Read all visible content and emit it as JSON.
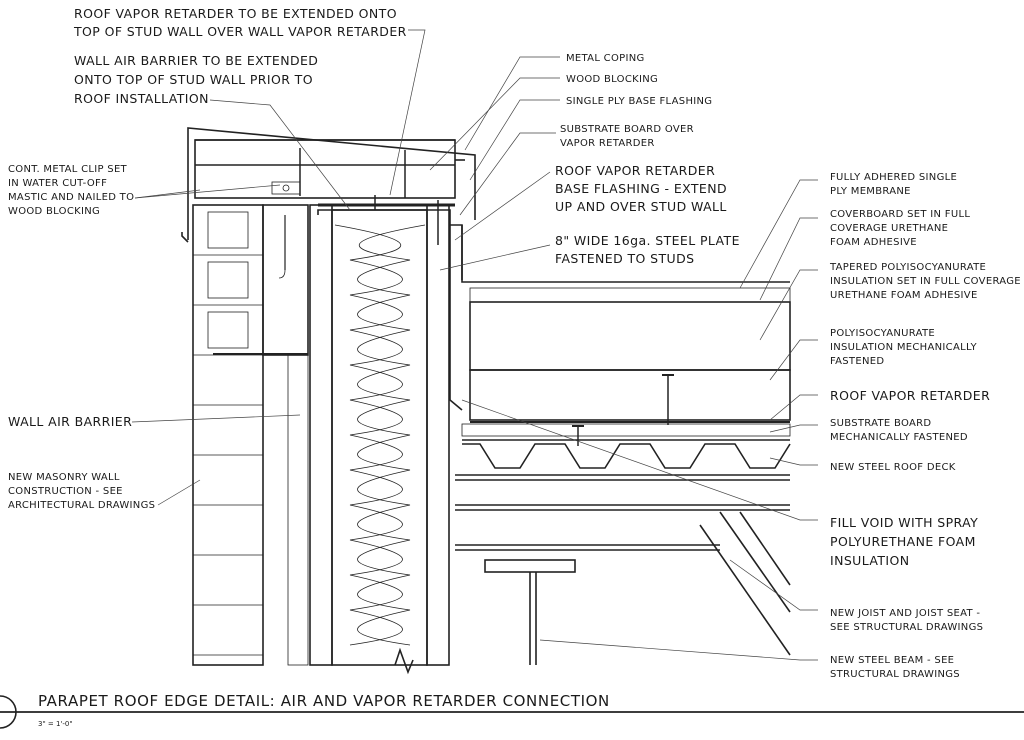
{
  "title": "PARAPET ROOF EDGE DETAIL: AIR AND VAPOR RETARDER CONNECTION",
  "scale": "3\" = 1'-0\"",
  "labels": {
    "roof_vr_extended_1": "ROOF VAPOR RETARDER TO BE EXTENDED ONTO",
    "roof_vr_extended_2": "TOP OF STUD WALL OVER WALL VAPOR RETARDER",
    "wall_ab_extended_1": "WALL AIR BARRIER TO BE EXTENDED",
    "wall_ab_extended_2": "ONTO TOP OF STUD WALL PRIOR TO",
    "wall_ab_extended_3": "ROOF INSTALLATION",
    "clip_1": "CONT. METAL CLIP SET",
    "clip_2": "IN WATER CUT-OFF",
    "clip_3": "MASTIC AND NAILED TO",
    "clip_4": "WOOD BLOCKING",
    "metal_coping": "METAL COPING",
    "wood_blocking": "WOOD BLOCKING",
    "single_ply_base_flashing": "SINGLE PLY BASE FLASHING",
    "substrate_over_vr_1": "SUBSTRATE BOARD OVER",
    "substrate_over_vr_2": "VAPOR RETARDER",
    "vr_base_flashing_1": "ROOF VAPOR RETARDER",
    "vr_base_flashing_2": "BASE FLASHING  - EXTEND",
    "vr_base_flashing_3": "UP AND OVER STUD WALL",
    "steel_plate_1": "8\" WIDE 16ga. STEEL PLATE",
    "steel_plate_2": "FASTENED TO STUDS",
    "membrane_1": "FULLY ADHERED SINGLE",
    "membrane_2": "PLY MEMBRANE",
    "coverboard_1": "COVERBOARD SET IN FULL",
    "coverboard_2": "COVERAGE URETHANE",
    "coverboard_3": "FOAM ADHESIVE",
    "tapered_1": "TAPERED POLYISOCYANURATE",
    "tapered_2": "INSULATION SET IN FULL COVERAGE",
    "tapered_3": "URETHANE FOAM ADHESIVE",
    "polyiso_1": "POLYISOCYANURATE",
    "polyiso_2": "INSULATION MECHANICALLY",
    "polyiso_3": "FASTENED",
    "roof_vapor_retarder": "ROOF VAPOR RETARDER",
    "substrate_mech_1": "SUBSTRATE BOARD",
    "substrate_mech_2": "MECHANICALLY FASTENED",
    "steel_deck": "NEW STEEL ROOF DECK",
    "fill_void_1": "FILL VOID WITH SPRAY",
    "fill_void_2": "POLYURETHANE FOAM",
    "fill_void_3": "INSULATION",
    "joist_1": "NEW JOIST AND JOIST SEAT -",
    "joist_2": "SEE STRUCTURAL DRAWINGS",
    "beam_1": "NEW STEEL BEAM - SEE",
    "beam_2": "STRUCTURAL DRAWINGS",
    "wall_air_barrier": "WALL AIR BARRIER",
    "masonry_1": "NEW MASONRY WALL",
    "masonry_2": "CONSTRUCTION - SEE",
    "masonry_3": "ARCHITECTURAL DRAWINGS"
  },
  "colors": {
    "ink": "#1a1a1a",
    "background": "#ffffff"
  }
}
